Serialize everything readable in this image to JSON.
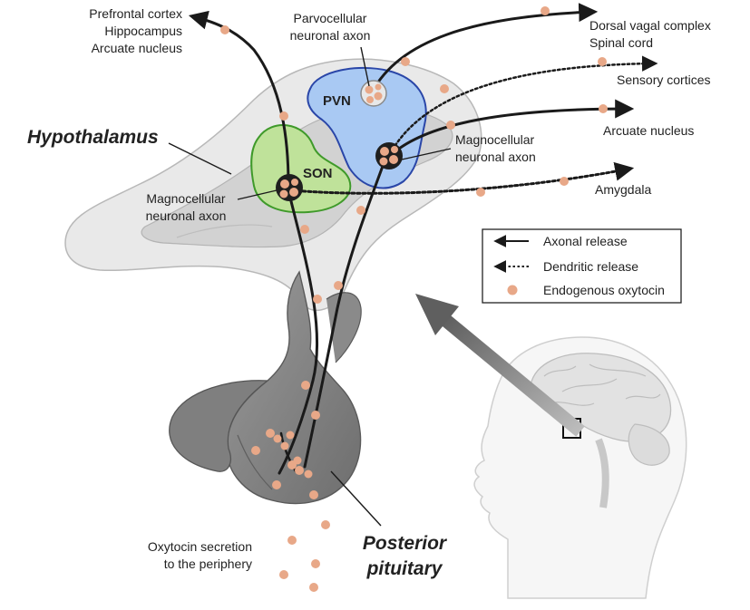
{
  "labels": {
    "hypothalamus": "Hypothalamus",
    "posterior_pituitary": [
      "Posterior",
      "pituitary"
    ],
    "son": "SON",
    "pvn": "PVN",
    "parvocellular": [
      "Parvocellular",
      "neuronal axon"
    ],
    "magno_left": [
      "Magnocellular",
      "neuronal axon"
    ],
    "magno_right": [
      "Magnocellular",
      "neuronal axon"
    ],
    "targets_topleft": [
      "Prefrontal cortex",
      "Hippocampus",
      "Arcuate nucleus"
    ],
    "targets_dorsal": [
      "Dorsal vagal complex",
      "Spinal cord"
    ],
    "sensory": "Sensory cortices",
    "arcuate": "Arcuate nucleus",
    "amygdala": "Amygdala",
    "secretion": [
      "Oxytocin secretion",
      "to the periphery"
    ]
  },
  "legend": {
    "axonal": "Axonal release",
    "dendritic": "Dendritic release",
    "oxytocin": "Endogenous oxytocin"
  },
  "colors": {
    "son_fill": "#bfe29a",
    "son_stroke": "#3f9a2a",
    "pvn_fill": "#a9c9f3",
    "pvn_stroke": "#2a46a8",
    "oxytocin": "#e8a888",
    "axon": "#1a1a1a"
  },
  "icons": {
    "inset": "head-silhouette-icon",
    "arrow": "zoom-arrow-icon"
  }
}
